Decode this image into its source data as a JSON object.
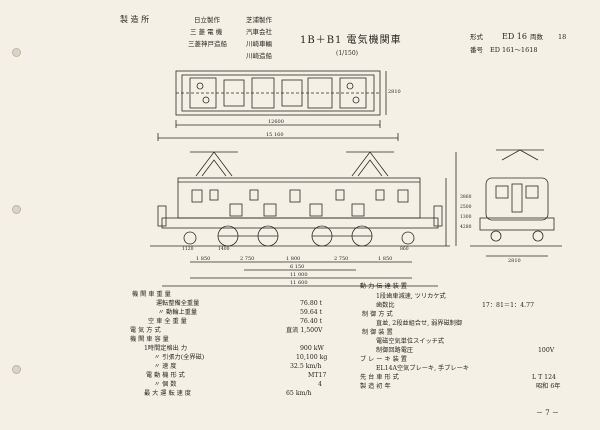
{
  "header": {
    "maker_label": "製 造 所",
    "makers": [
      "日立製作",
      "芝浦製作",
      "三 菱 電 機",
      "汽車会社",
      "三菱神戸造船",
      "川崎車輛",
      "川崎造船"
    ],
    "title": "1B＋B1 電気機関車",
    "scale": "(1/150)",
    "model_label": "形式",
    "model_value": "ED 16",
    "count_label": "両数",
    "count_value": "18",
    "number_label": "番号",
    "number_value": "ED 161～1618"
  },
  "dims": {
    "plan_inner": "12600",
    "plan_outer": "15 160",
    "plan_height": "2810",
    "side_seg_a": "1 850",
    "side_seg_b": "2 750",
    "side_seg_c": "1 800",
    "side_seg_d": "2 750",
    "side_seg_e": "1 850",
    "side_mid": "6 150",
    "side_mid2": "11 000",
    "side_total": "11 600",
    "wheel_a": "1120",
    "wheel_b": "1400",
    "wheel_c": "860",
    "end_width": "2810",
    "h1": "3860",
    "h2": "2500",
    "h3": "1300",
    "h4": "4280"
  },
  "specs_left": [
    {
      "label": "機 関 車 重 量",
      "value": ""
    },
    {
      "label": "運転整備全重量",
      "value": "76.80 t"
    },
    {
      "label": "〃 動輪上重量",
      "value": "59.64 t"
    },
    {
      "label": "空 車 全 重 量",
      "value": "76.40 t"
    },
    {
      "label": "電 気 方 式",
      "value": "直流 1,500V"
    },
    {
      "label": "機 関 車 容 量",
      "value": ""
    },
    {
      "label": "1時間定格出 力",
      "value": "900 kW"
    },
    {
      "label": "〃 引張力(全界磁)",
      "value": "10,100 kg"
    },
    {
      "label": "〃 速 度",
      "value": "32.5 km/h"
    },
    {
      "label": "電 動 機 形 式",
      "value": "MT17"
    },
    {
      "label": "〃 個 数",
      "value": "4"
    },
    {
      "label": "最 大 運 転 速 度",
      "value": "65 km/h"
    }
  ],
  "specs_right": [
    {
      "label": "動 力 伝 達 装 置",
      "value": ""
    },
    {
      "label": "1段歯車減速, ツリカケ式",
      "value": ""
    },
    {
      "label": "歯数比",
      "value": "17：81＝1：4.77"
    },
    {
      "label": "制 御 方 式",
      "value": ""
    },
    {
      "label": "直並, 2段並組合せ, 弱界磁制御",
      "value": ""
    },
    {
      "label": "制 御 装 置",
      "value": ""
    },
    {
      "label": "電磁空気単位スイッチ式",
      "value": ""
    },
    {
      "label": "制御回路電圧",
      "value": "100V"
    },
    {
      "label": "ブ レ ー キ 装 置",
      "value": ""
    },
    {
      "label": "EL14A空気ブレーキ, 手ブレーキ",
      "value": ""
    },
    {
      "label": "先 台 車 形 式",
      "value": "L T 124"
    },
    {
      "label": "製 造 初 年",
      "value": "昭和 6年"
    }
  ],
  "page_number": "－ 7 －"
}
